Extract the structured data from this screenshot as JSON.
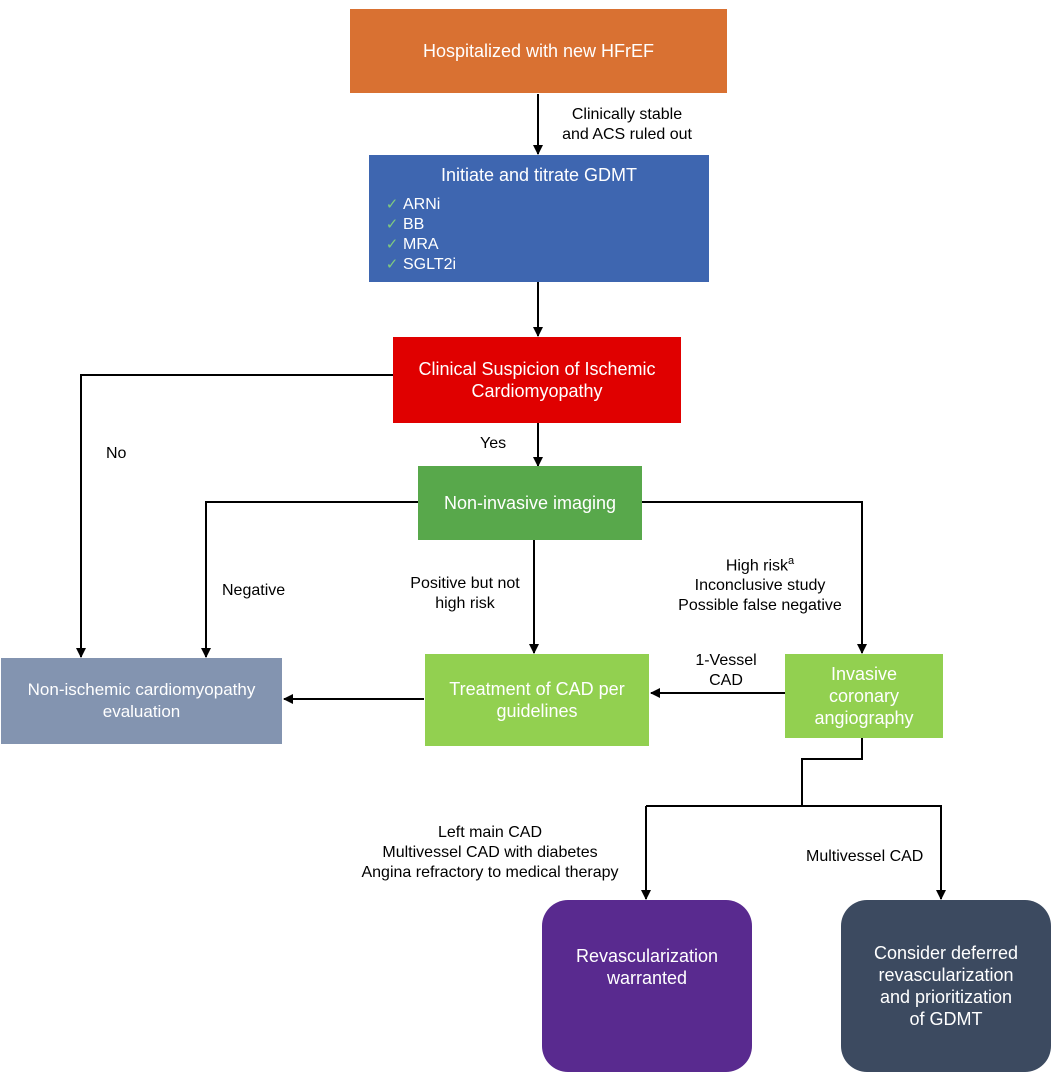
{
  "colors": {
    "start": "#d97132",
    "gdmt": "#3e66b0",
    "suspicion": "#e00000",
    "imaging": "#58a84b",
    "light_green": "#92d050",
    "grey_blue": "#8394b0",
    "purple": "#592a8f",
    "slate": "#3c4a60",
    "check": "#7fc97f"
  },
  "nodes": {
    "start": "Hospitalized with new HFrEF",
    "gdmt": {
      "title": "Initiate and titrate GDMT",
      "items": [
        {
          "icon": "check-icon",
          "label": "ARNi"
        },
        {
          "icon": "check-icon",
          "label": "BB"
        },
        {
          "icon": "check-icon",
          "label": "MRA"
        },
        {
          "icon": "check-icon",
          "label": "SGLT2i"
        }
      ]
    },
    "suspicion": [
      "Clinical Suspicion of Ischemic",
      "Cardiomyopathy"
    ],
    "imaging": "Non-invasive imaging",
    "non_ischemic": [
      "Non-ischemic cardiomyopathy",
      "evaluation"
    ],
    "treatment": [
      "Treatment of CAD per",
      "guidelines"
    ],
    "angiography": [
      "Invasive",
      "coronary",
      "angiography"
    ],
    "revasc": [
      "Revascularization",
      "warranted"
    ],
    "deferred": [
      "Consider deferred",
      "revascularization",
      "and prioritization",
      "of GDMT"
    ]
  },
  "labels": {
    "stable": [
      "Clinically stable",
      "and ACS ruled out"
    ],
    "yes": "Yes",
    "no": "No",
    "negative": "Negative",
    "positive": [
      "Positive but not",
      "high risk"
    ],
    "high_risk": {
      "main": "High risk",
      "sup": "a"
    },
    "inconclusive": "Inconclusive study",
    "false_negative": "Possible false negative",
    "one_vessel": [
      "1-Vessel",
      "CAD"
    ],
    "left_main": [
      "Left main CAD",
      "Multivessel CAD with diabetes",
      "Angina refractory to medical therapy"
    ],
    "multivessel": "Multivessel CAD"
  }
}
